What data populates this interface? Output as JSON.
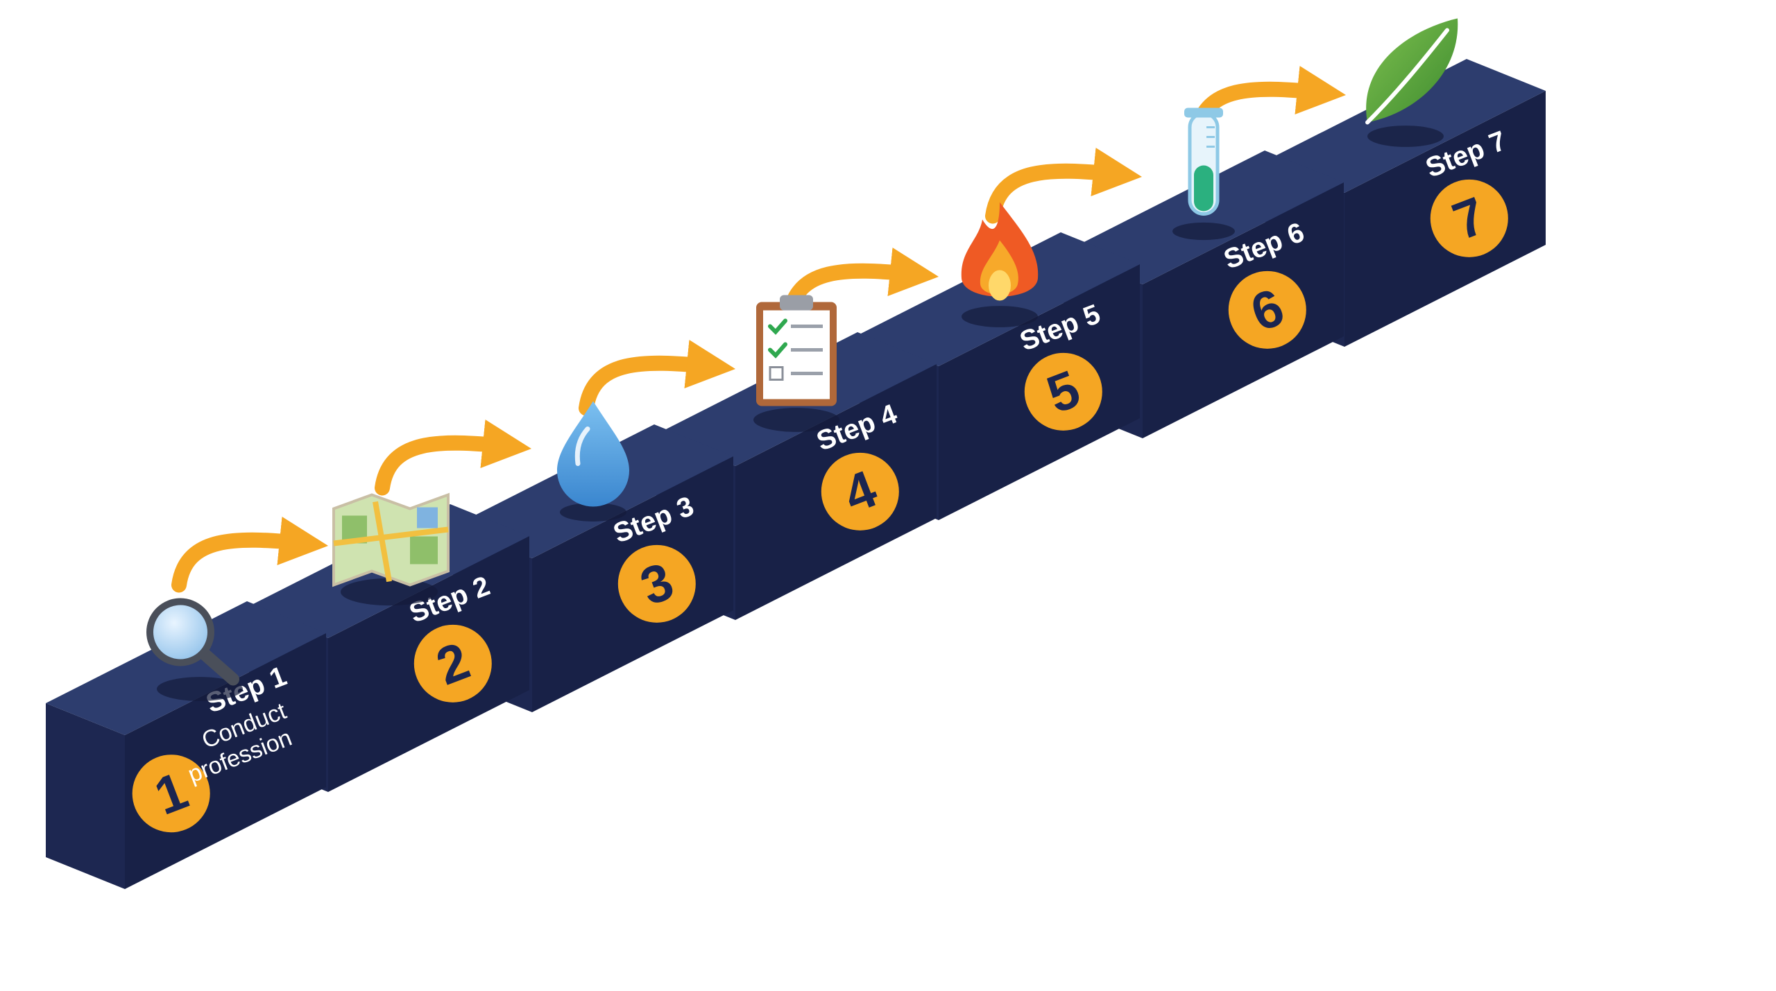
{
  "colors": {
    "block_top": "#2d3d6e",
    "block_left": "#1d2751",
    "block_right": "#182147",
    "badge": "#f5a623",
    "arrow": "#f5a623",
    "number_text": "#1b2550",
    "label_text": "#ffffff"
  },
  "steps": [
    {
      "label": "Step 1",
      "number": "1",
      "description_lines": [
        "Conduct",
        "profession"
      ],
      "icon": "magnifying-glass-icon"
    },
    {
      "label": "Step 2",
      "number": "2",
      "description_lines": [],
      "icon": "map-icon"
    },
    {
      "label": "Step 3",
      "number": "3",
      "description_lines": [],
      "icon": "water-drop-icon"
    },
    {
      "label": "Step 4",
      "number": "4",
      "description_lines": [],
      "icon": "clipboard-checklist-icon"
    },
    {
      "label": "Step 5",
      "number": "5",
      "description_lines": [],
      "icon": "flame-icon"
    },
    {
      "label": "Step 6",
      "number": "6",
      "description_lines": [],
      "icon": "test-tube-icon"
    },
    {
      "label": "Step 7",
      "number": "7",
      "description_lines": [],
      "icon": "leaf-icon"
    }
  ],
  "connectors": {
    "count": 6,
    "icon": "curved-arrow-icon"
  }
}
